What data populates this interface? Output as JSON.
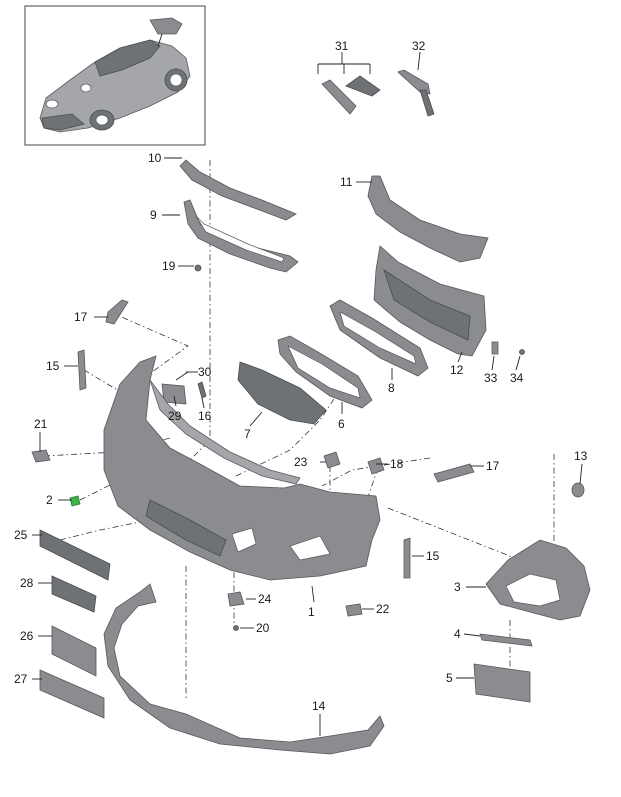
{
  "diagram": {
    "callouts": [
      {
        "id": "c1",
        "text": "1"
      },
      {
        "id": "c2",
        "text": "2"
      },
      {
        "id": "c3",
        "text": "3"
      },
      {
        "id": "c4",
        "text": "4"
      },
      {
        "id": "c5",
        "text": "5"
      },
      {
        "id": "c6",
        "text": "6"
      },
      {
        "id": "c7",
        "text": "7"
      },
      {
        "id": "c8",
        "text": "8"
      },
      {
        "id": "c9",
        "text": "9"
      },
      {
        "id": "c10",
        "text": "10"
      },
      {
        "id": "c11",
        "text": "11"
      },
      {
        "id": "c12",
        "text": "12"
      },
      {
        "id": "c13",
        "text": "13"
      },
      {
        "id": "c14",
        "text": "14"
      },
      {
        "id": "c15a",
        "text": "15"
      },
      {
        "id": "c15b",
        "text": "15"
      },
      {
        "id": "c16",
        "text": "16"
      },
      {
        "id": "c17a",
        "text": "17"
      },
      {
        "id": "c17b",
        "text": "17"
      },
      {
        "id": "c18",
        "text": "18"
      },
      {
        "id": "c19",
        "text": "19"
      },
      {
        "id": "c20",
        "text": "20"
      },
      {
        "id": "c21",
        "text": "21"
      },
      {
        "id": "c22",
        "text": "22"
      },
      {
        "id": "c23",
        "text": "23"
      },
      {
        "id": "c24",
        "text": "24"
      },
      {
        "id": "c25",
        "text": "25"
      },
      {
        "id": "c26",
        "text": "26"
      },
      {
        "id": "c27",
        "text": "27"
      },
      {
        "id": "c28",
        "text": "28"
      },
      {
        "id": "c29",
        "text": "29"
      },
      {
        "id": "c30",
        "text": "30"
      },
      {
        "id": "c31",
        "text": "31"
      },
      {
        "id": "c32",
        "text": "32"
      },
      {
        "id": "c33",
        "text": "33"
      },
      {
        "id": "c34",
        "text": "34"
      }
    ]
  },
  "colors": {
    "part": "#8a8c8f",
    "accent_clip": "#3cb44b",
    "background": "#ffffff"
  }
}
